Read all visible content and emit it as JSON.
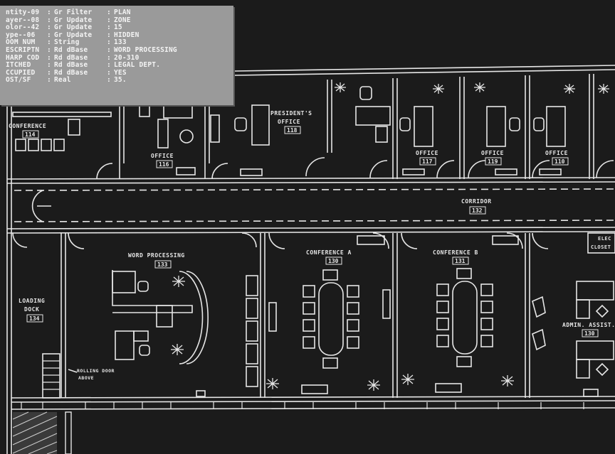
{
  "attributes": [
    {
      "name": "ntity-09",
      "kind": "Gr Filter",
      "value": "PLAN"
    },
    {
      "name": "ayer--08",
      "kind": "Gr Update",
      "value": "ZONE"
    },
    {
      "name": "olor--42",
      "kind": "Gr Update",
      "value": "15"
    },
    {
      "name": "ype--06",
      "kind": "Gr Update",
      "value": "HIDDEN"
    },
    {
      "name": "OOM NUM",
      "kind": "String",
      "value": "133"
    },
    {
      "name": "ESCRIPTN",
      "kind": "Rd dBase",
      "value": "WORD PROCESSING"
    },
    {
      "name": "HARP COD",
      "kind": "Rd dBase",
      "value": "20-310"
    },
    {
      "name": "ITCHED",
      "kind": "Rd dBase",
      "value": "LEGAL DEPT."
    },
    {
      "name": "CCUPIED",
      "kind": "Rd dBase",
      "value": "YES"
    },
    {
      "name": "OST/SF",
      "kind": "Real",
      "value": "35."
    }
  ],
  "rooms": {
    "conference": {
      "label": "CONFERENCE",
      "number": "114"
    },
    "office_116": {
      "label": "OFFICE",
      "number": "116"
    },
    "president": {
      "label_1": "PRESIDENT'S",
      "label_2": "OFFICE",
      "number": "118"
    },
    "office_117": {
      "label": "OFFICE",
      "number": "117"
    },
    "office_119": {
      "label": "OFFICE",
      "number": "119"
    },
    "office_110": {
      "label": "OFFICE",
      "number": "110"
    },
    "corridor": {
      "label": "CORRIDOR",
      "number": "132"
    },
    "word_processing": {
      "label": "WORD PROCESSING",
      "number": "133"
    },
    "conf_a": {
      "label": "CONFERENCE A",
      "number": "130"
    },
    "conf_b": {
      "label": "CONFERENCE B",
      "number": "131"
    },
    "loading_dock": {
      "label_1": "LOADING",
      "label_2": "DOCK",
      "number": "134"
    },
    "rolling_door": {
      "label_1": "ROLLING DOOR",
      "label_2": "ABOVE"
    },
    "admin_assist": {
      "label": "ADMIN. ASSIST.",
      "number": "130"
    },
    "closet": {
      "label_1": "ELEC",
      "label_2": "CLOSET"
    }
  },
  "colors": {
    "background": "#1b1b1b",
    "lines": "#e6e6e6",
    "panel": "#9a9a9a"
  }
}
